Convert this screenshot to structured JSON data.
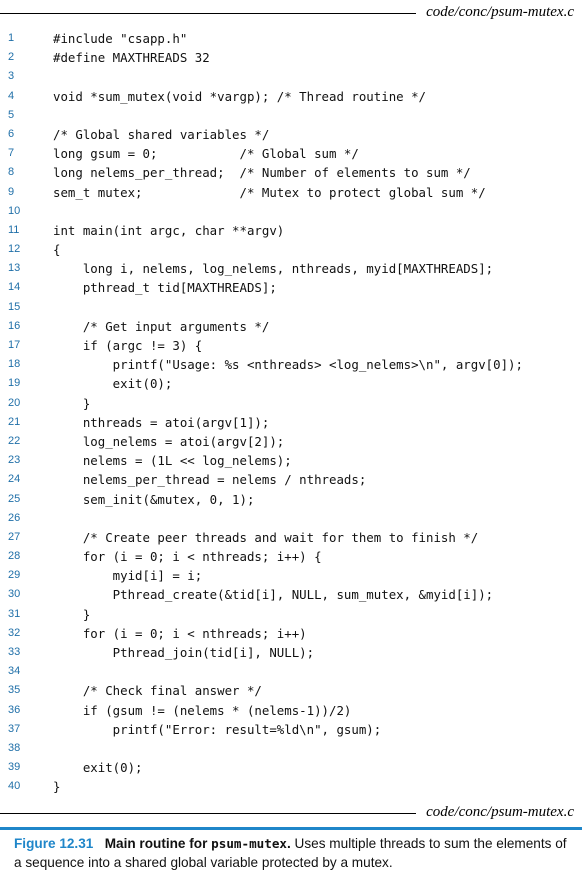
{
  "file_label": "code/conc/psum-mutex.c",
  "code_lines": [
    {
      "n": "1",
      "t": "#include \"csapp.h\""
    },
    {
      "n": "2",
      "t": "#define MAXTHREADS 32"
    },
    {
      "n": "3",
      "t": ""
    },
    {
      "n": "4",
      "t": "void *sum_mutex(void *vargp); /* Thread routine */"
    },
    {
      "n": "5",
      "t": ""
    },
    {
      "n": "6",
      "t": "/* Global shared variables */"
    },
    {
      "n": "7",
      "t": "long gsum = 0;           /* Global sum */"
    },
    {
      "n": "8",
      "t": "long nelems_per_thread;  /* Number of elements to sum */"
    },
    {
      "n": "9",
      "t": "sem_t mutex;             /* Mutex to protect global sum */"
    },
    {
      "n": "10",
      "t": ""
    },
    {
      "n": "11",
      "t": "int main(int argc, char **argv)"
    },
    {
      "n": "12",
      "t": "{"
    },
    {
      "n": "13",
      "t": "    long i, nelems, log_nelems, nthreads, myid[MAXTHREADS];"
    },
    {
      "n": "14",
      "t": "    pthread_t tid[MAXTHREADS];"
    },
    {
      "n": "15",
      "t": ""
    },
    {
      "n": "16",
      "t": "    /* Get input arguments */"
    },
    {
      "n": "17",
      "t": "    if (argc != 3) {"
    },
    {
      "n": "18",
      "t": "        printf(\"Usage: %s <nthreads> <log_nelems>\\n\", argv[0]);"
    },
    {
      "n": "19",
      "t": "        exit(0);"
    },
    {
      "n": "20",
      "t": "    }"
    },
    {
      "n": "21",
      "t": "    nthreads = atoi(argv[1]);"
    },
    {
      "n": "22",
      "t": "    log_nelems = atoi(argv[2]);"
    },
    {
      "n": "23",
      "t": "    nelems = (1L << log_nelems);"
    },
    {
      "n": "24",
      "t": "    nelems_per_thread = nelems / nthreads;"
    },
    {
      "n": "25",
      "t": "    sem_init(&mutex, 0, 1);"
    },
    {
      "n": "26",
      "t": ""
    },
    {
      "n": "27",
      "t": "    /* Create peer threads and wait for them to finish */"
    },
    {
      "n": "28",
      "t": "    for (i = 0; i < nthreads; i++) {"
    },
    {
      "n": "29",
      "t": "        myid[i] = i;"
    },
    {
      "n": "30",
      "t": "        Pthread_create(&tid[i], NULL, sum_mutex, &myid[i]);"
    },
    {
      "n": "31",
      "t": "    }"
    },
    {
      "n": "32",
      "t": "    for (i = 0; i < nthreads; i++)"
    },
    {
      "n": "33",
      "t": "        Pthread_join(tid[i], NULL);"
    },
    {
      "n": "34",
      "t": ""
    },
    {
      "n": "35",
      "t": "    /* Check final answer */"
    },
    {
      "n": "36",
      "t": "    if (gsum != (nelems * (nelems-1))/2)"
    },
    {
      "n": "37",
      "t": "        printf(\"Error: result=%ld\\n\", gsum);"
    },
    {
      "n": "38",
      "t": ""
    },
    {
      "n": "39",
      "t": "    exit(0);"
    },
    {
      "n": "40",
      "t": "}"
    }
  ],
  "caption": {
    "figure_number": "Figure 12.31",
    "title_prefix": "Main routine for ",
    "title_code": "psum-mutex",
    "title_suffix": ".",
    "text_prefix": " Uses multiple threads to sum the elements of a sequence into a shared global variable protected by a mutex."
  },
  "colors": {
    "accent": "#1f86c9",
    "line_number": "#1f6fa8"
  }
}
